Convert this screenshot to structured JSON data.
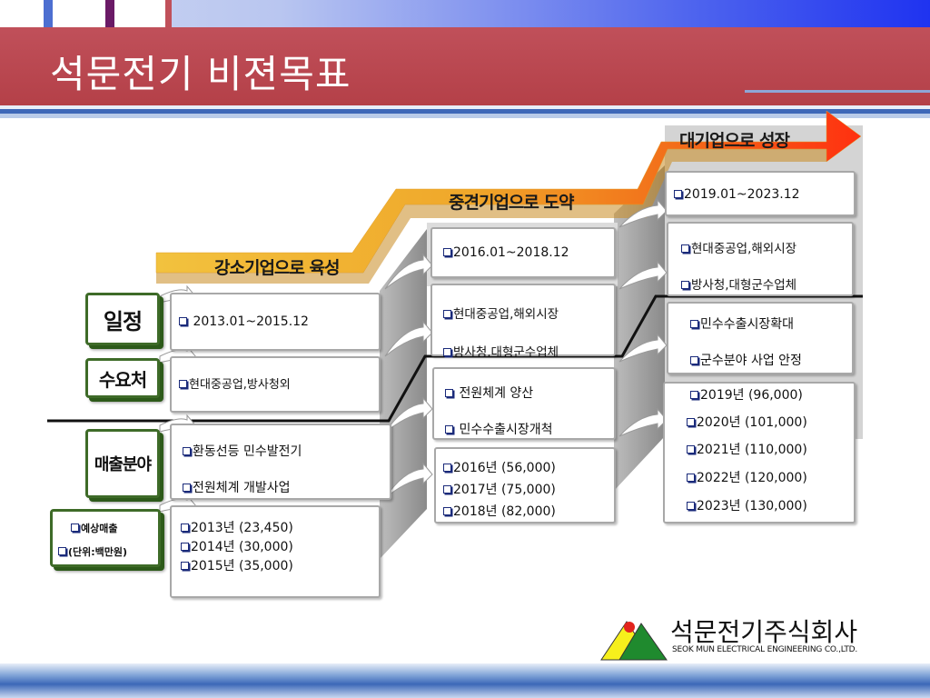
{
  "title": "석문전기 비젼목표",
  "stages": [
    {
      "label": "강소기업으로 육성"
    },
    {
      "label": "중견기업으로 도약"
    },
    {
      "label": "대기업으로 성장"
    }
  ],
  "side_labels": {
    "schedule": "일정",
    "customer": "수요처",
    "sales_field": "매출분야",
    "expected_sales_1": "예상매출",
    "expected_sales_2": "(단위:백만원)"
  },
  "stage1": {
    "period": " 2013.01~2015.12",
    "customer": "현대중공업,방사청외",
    "sales_field": [
      "환동선등 민수발전기",
      "전원체계 개발사업"
    ],
    "sales": [
      "2013년 (23,450)",
      "2014년 (30,000)",
      "2015년 (35,000)"
    ]
  },
  "stage2": {
    "period": "2016.01~2018.12",
    "customer": [
      "현대중공업,해외시장",
      "방사청,대형군수업체"
    ],
    "sales_field": [
      " 전원체계 양산",
      " 민수수출시장개척"
    ],
    "sales": [
      "2016년 (56,000)",
      "2017년 (75,000)",
      "2018년 (82,000)"
    ]
  },
  "stage3": {
    "period": "2019.01~2023.12",
    "customer": [
      "현대중공업,해외시장",
      "방사청,대형군수업체"
    ],
    "sales_field": [
      "민수수출시장확대",
      "군수분야 사업 안정"
    ],
    "sales": [
      "2019년 (96,000)",
      "2020년 (101,000)",
      "2021년 (110,000)",
      "2022년 (120,000)",
      "2023년 (130,000)"
    ]
  },
  "company": {
    "name": "석문전기주식회사",
    "english": "SEOK MUN ELECTRICAL ENGINEERING CO.,LTD."
  },
  "colors": {
    "title_band": "#b44048",
    "arrow_start": "#f2b63a",
    "arrow_end": "#ff3a10",
    "label_border": "#3e6b28"
  }
}
